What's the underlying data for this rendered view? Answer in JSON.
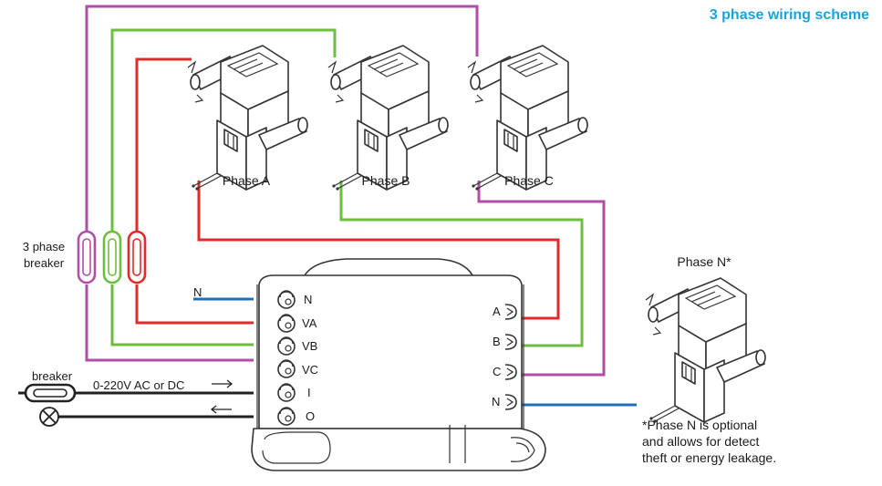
{
  "title": "3 phase wiring scheme",
  "colors": {
    "title": "#1aa3d9",
    "phase_a": "#e02b2b",
    "phase_b": "#6cbf3e",
    "phase_c": "#b24ea8",
    "neutral": "#1f6fb4",
    "dark": "#222222"
  },
  "clamps": [
    {
      "label": "Phase A"
    },
    {
      "label": "Phase B"
    },
    {
      "label": "Phase C"
    },
    {
      "label": "Phase N*"
    }
  ],
  "breaker_3phase": {
    "line1": "3 phase",
    "line2": "breaker"
  },
  "breaker": {
    "label": "breaker"
  },
  "supply_label": "0-220V AC or DC",
  "neutral_label": "N",
  "left_terminals": [
    "N",
    "VA",
    "VB",
    "VC",
    "I",
    "O"
  ],
  "right_terminals": [
    "A",
    "B",
    "C",
    "N"
  ],
  "note": [
    "*Phase N is optional",
    "and allows for detect",
    "theft or energy leakage."
  ]
}
